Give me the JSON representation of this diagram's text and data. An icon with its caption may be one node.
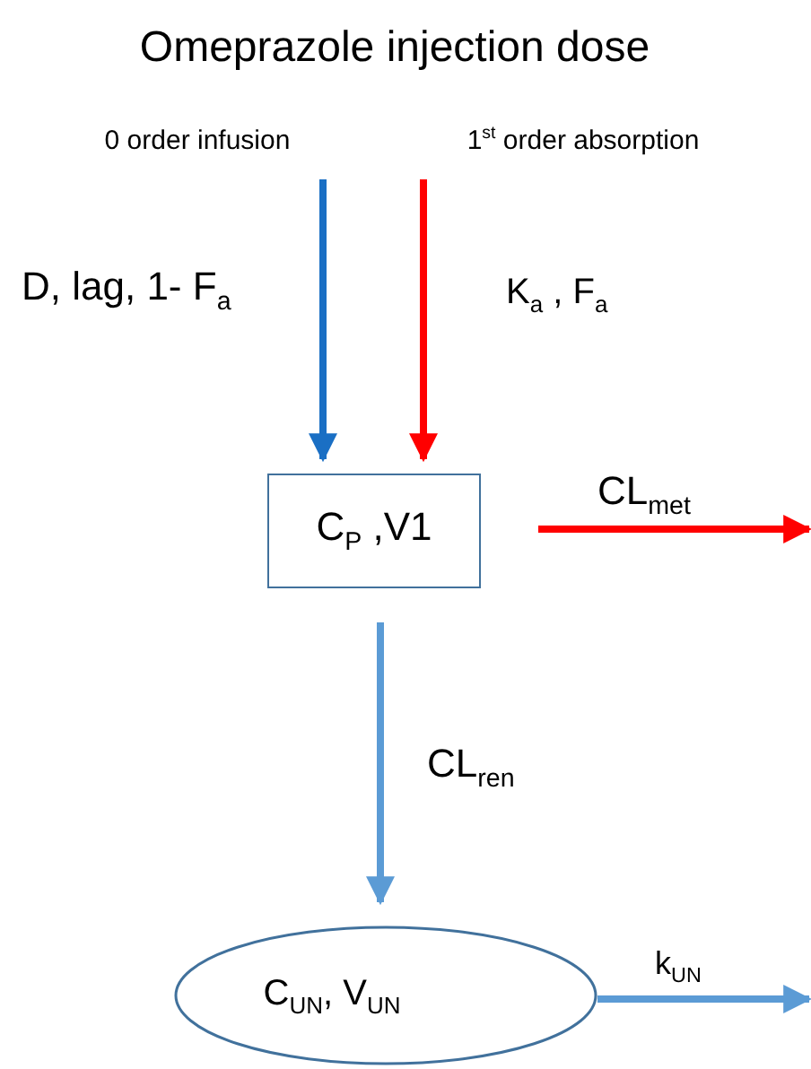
{
  "diagram": {
    "title": "Omeprazole injection dose",
    "nodes": [
      {
        "text": [
          "C$_{P}$ ,V1"
        ]
      },
      {
        "text": [
          "C$_{UN}$, V$_{UN}$"
        ]
      },
      {
        "text": [
          "0 order infusion"
        ]
      },
      {
        "text": [
          "1$^{st}$ order absorption"
        ]
      }
    ],
    "edges": [
      {
        "from": 2,
        "to": 0,
        "arrow": "to",
        "label": "D, lag, 1- F$_{a}$",
        "color": "#1a6fc4"
      },
      {
        "from": 3,
        "to": 0,
        "arrow": "to",
        "label": "K$_{a}$ , F$_{a}$",
        "color": "#ff0000"
      },
      {
        "from": 0,
        "to": null,
        "arrow": "to",
        "label": "CL$_{met}$",
        "color": "#ff0000"
      },
      {
        "from": 0,
        "to": 1,
        "arrow": "to",
        "label": "CL$_{ren}$",
        "color": "#5b9bd5"
      },
      {
        "from": 1,
        "to": null,
        "arrow": "to",
        "label": "k$_{UN}$",
        "color": "#5b9bd5"
      }
    ]
  }
}
